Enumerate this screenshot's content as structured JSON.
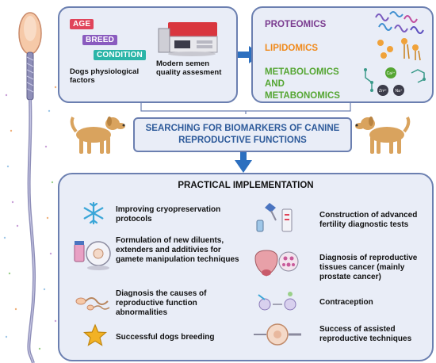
{
  "top_left": {
    "tags": [
      "AGE",
      "BREED",
      "CONDITION"
    ],
    "factors_label": "Dogs physiological factors",
    "machine_label": "Modern semen quality assesment"
  },
  "top_right": {
    "omics": [
      "PROTEOMICS",
      "LIPIDOMICS",
      "METABOLOMICS AND METABONOMICS"
    ]
  },
  "center_title": "SEARCHING FOR BIOMARKERS OF CANINE REPRODUCTIVE FUNCTIONS",
  "implementation": {
    "title": "PRACTICAL IMPLEMENTATION",
    "left_items": [
      "Improving cryopreservation protocols",
      "Formulation of new diluents, extenders and additivies for gamete manipulation techniques",
      "Diagnosis the causes of reproductive function abnormalities",
      "Successful dogs breeding"
    ],
    "right_items": [
      "Construction of advanced fertility diagnostic tests",
      "Diagnosis of reproductive tissues cancer (mainly prostate cancer)",
      "Contraception",
      "Success of assisted reproductive techniques"
    ]
  },
  "ions": [
    "Ca²⁺",
    "Zn²⁺",
    "Na⁺"
  ],
  "colors": {
    "age": "#e0445a",
    "breed": "#8a5bbf",
    "condition": "#2bb5a8",
    "proteomics": "#7a3b8f",
    "lipidomics": "#f08a1c",
    "metabolomics": "#55a633",
    "panel_border": "#6b7fb0",
    "panel_fill": "#e9edf7",
    "arrow": "#2c6fbf"
  }
}
